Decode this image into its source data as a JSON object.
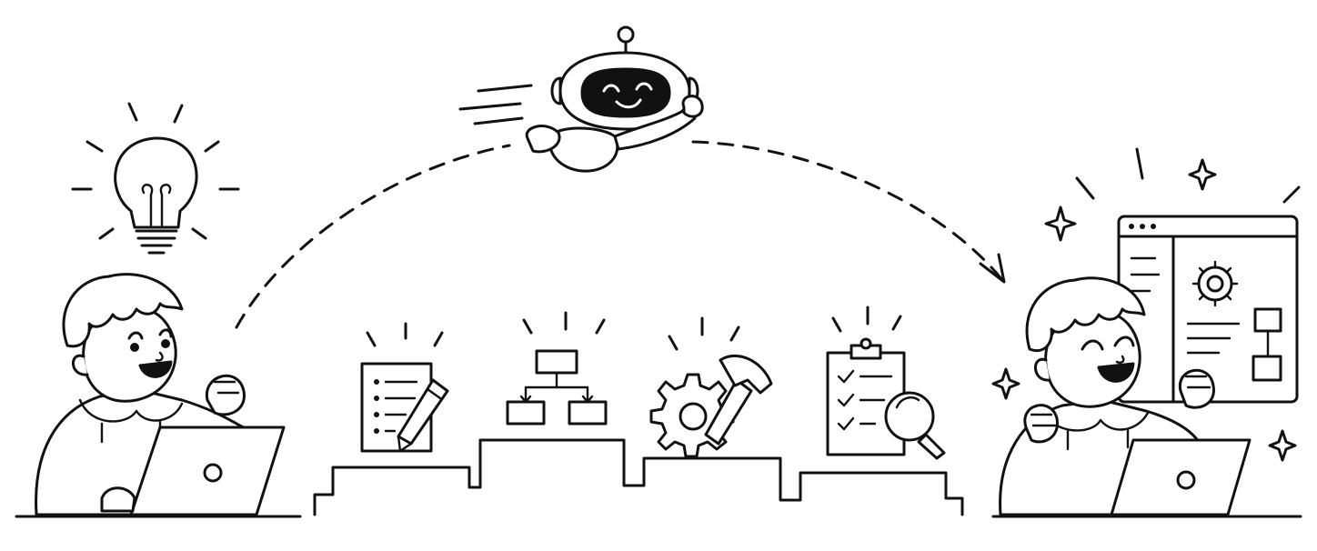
{
  "colors": {
    "ink": "#111111",
    "paper": "#ffffff"
  },
  "scene": {
    "left": {
      "person": "person-with-idea",
      "icon": "lightbulb-icon"
    },
    "flight": {
      "character": "robot-icon",
      "path": "dashed-arc-arrow"
    },
    "steps": [
      {
        "icon": "checklist-pencil-icon"
      },
      {
        "icon": "flowchart-icon"
      },
      {
        "icon": "gear-hammer-icon"
      },
      {
        "icon": "clipboard-magnifier-icon"
      }
    ],
    "right": {
      "person": "happy-person",
      "icon": "app-window-icon"
    }
  }
}
